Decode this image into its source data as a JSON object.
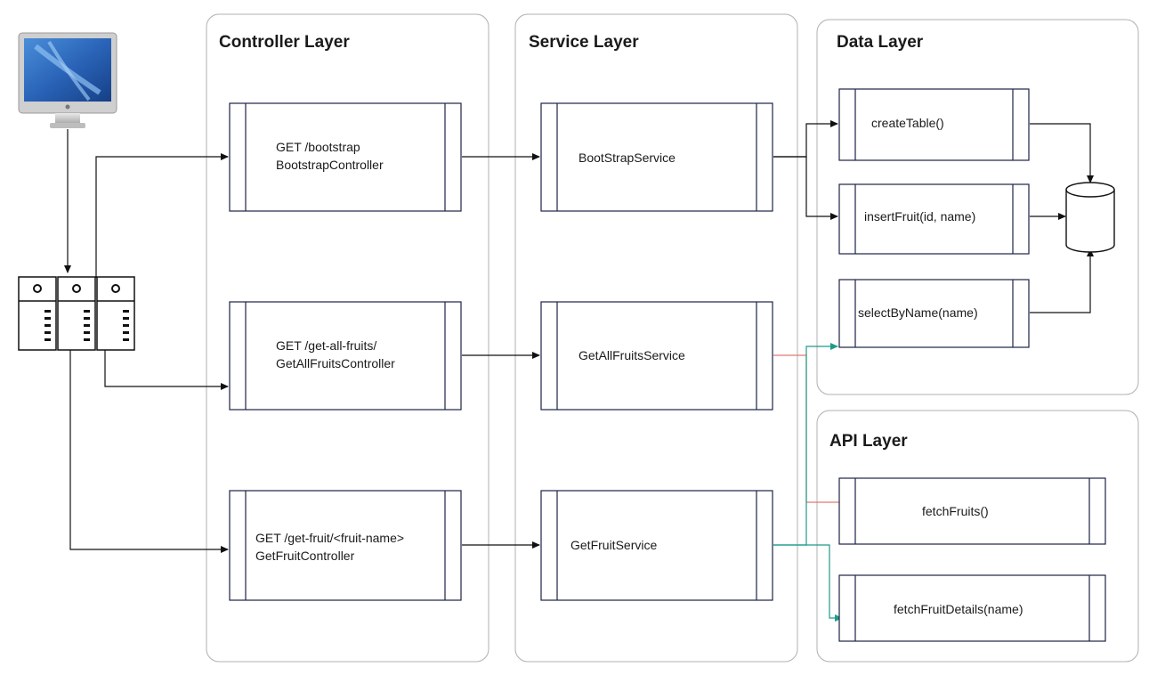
{
  "lanes": {
    "controller": "Controller Layer",
    "service": "Service Layer",
    "data": "Data Layer",
    "api": "API Layer"
  },
  "controllers": {
    "bootstrap": {
      "line1": "GET /bootstrap",
      "line2": "BootstrapController"
    },
    "get_all": {
      "line1": "GET /get-all-fruits/",
      "line2": "GetAllFruitsController"
    },
    "get_fruit": {
      "line1": "GET /get-fruit/<fruit-name>",
      "line2": "GetFruitController"
    }
  },
  "services": {
    "bootstrap": "BootStrapService",
    "get_all": "GetAllFruitsService",
    "get_fruit": "GetFruitService"
  },
  "data_ops": {
    "create": "createTable()",
    "insert": "insertFruit(id, name)",
    "select": "selectByName(name)"
  },
  "api_ops": {
    "fetch_fruits": "fetchFruits()",
    "fetch_details": "fetchFruitDetails(name)"
  },
  "colors": {
    "process_border": "#1b2347",
    "connector": "#111111",
    "connector_red": "#e07a73",
    "connector_teal": "#1f9a8a",
    "lane_border": "#b0b0b0"
  },
  "icons": [
    "computer-monitor-icon",
    "server-rack-icon",
    "database-icon"
  ]
}
